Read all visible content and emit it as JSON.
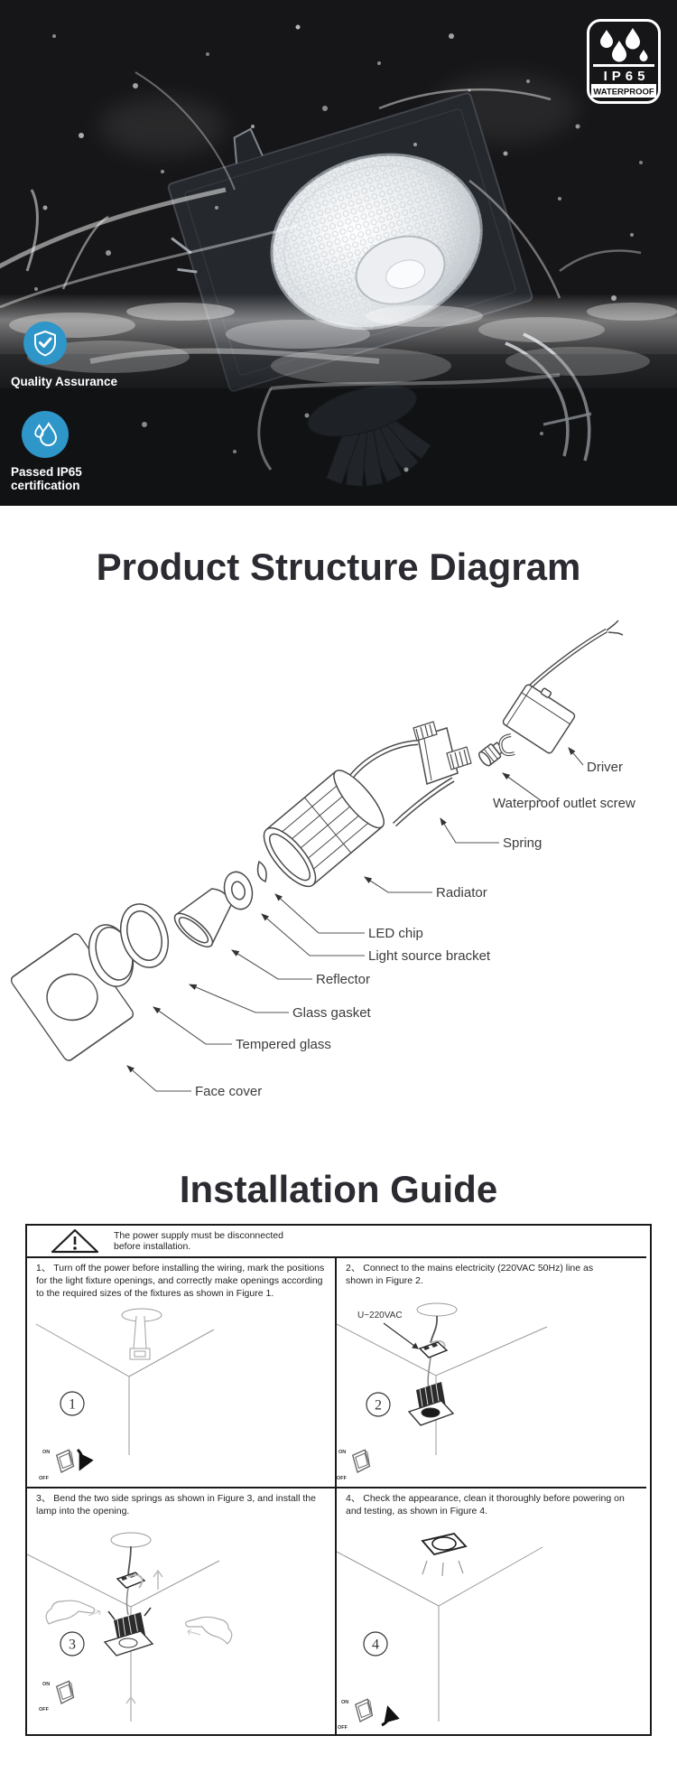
{
  "hero": {
    "accent_color": "#2e96c8",
    "ip65_badge": {
      "code": "IP65",
      "label": "WATERPROOF"
    },
    "quality_badge": {
      "label": "Quality Assurance"
    },
    "cert_badge": {
      "line1": "Passed IP65",
      "line2": "certification"
    }
  },
  "structure_diagram": {
    "title": "Product Structure Diagram",
    "parts": [
      {
        "label": "Driver"
      },
      {
        "label": "Waterproof outlet screw"
      },
      {
        "label": "Spring"
      },
      {
        "label": "Radiator"
      },
      {
        "label": "LED chip"
      },
      {
        "label": "Light source bracket"
      },
      {
        "label": "Reflector"
      },
      {
        "label": "Glass gasket"
      },
      {
        "label": "Tempered glass"
      },
      {
        "label": "Face cover"
      }
    ]
  },
  "installation_guide": {
    "title": "Installation Guide",
    "warning_line1": "The power supply must be disconnected",
    "warning_line2": "before installation.",
    "steps": [
      {
        "num": "1",
        "text": "1、 Turn off the power before installing the wiring, mark the positions for the light fixture openings, and correctly make openings according to the required sizes of the fixtures as shown in Figure 1."
      },
      {
        "num": "2",
        "text": "2、 Connect to the mains electricity (220VAC 50Hz) line as shown in Figure 2.",
        "figure_label": "U~220VAC"
      },
      {
        "num": "3",
        "text": "3、 Bend the two side springs as shown in Figure 3, and install the lamp into the opening."
      },
      {
        "num": "4",
        "text": "4、 Check the appearance, clean it thoroughly before powering on and testing, as shown in Figure 4."
      }
    ],
    "switch_labels": {
      "on": "ON",
      "off": "OFF"
    }
  }
}
